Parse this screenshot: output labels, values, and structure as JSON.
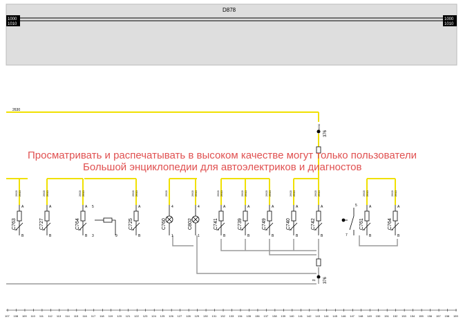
{
  "header": {
    "block_title": "D878",
    "left_tag": [
      "1000",
      "1010"
    ],
    "right_tag": [
      "1000",
      "1010"
    ]
  },
  "watermark": {
    "line1": "Просматривать и распечатывать в высоком качестве могут только пользователи",
    "line2": "Большой энциклопедии для автоэлектриков и диагностов"
  },
  "bus_label": "2630",
  "wire_colors": {
    "yellow": "#f0e000",
    "gray": "#9a9a9a",
    "black": "#000000"
  },
  "connector": {
    "top_wires": [
      "2630",
      "2630"
    ],
    "top_ref": "376",
    "bottom_ref": "376",
    "bottom_pin": "B1"
  },
  "components": [
    {
      "name": "C763",
      "wires": [
        "2603",
        "2610"
      ],
      "pin_top": "A",
      "pin_bottom": "B"
    },
    {
      "name": "C727",
      "wires": [
        "2603",
        "2610"
      ],
      "pin_top": "A",
      "pin_bottom": "B"
    },
    {
      "name": "C764",
      "wires": [
        "2603",
        "2610"
      ],
      "pin_top": "A",
      "pin_bottom": "B"
    },
    {
      "name": "C725",
      "wires": [
        "2603",
        "2610"
      ],
      "pin_top": "A",
      "pin_bottom": "B",
      "pin_left": "5",
      "pin_right": "3",
      "aux_pin": "9"
    },
    {
      "name": "C760",
      "wires": [
        "2603"
      ],
      "pin_top": "4",
      "pin_bottom": "1"
    },
    {
      "name": "C802",
      "wires": [
        "2603",
        "2610"
      ],
      "pin_top": "4",
      "pin_bottom": "1"
    },
    {
      "name": "C741",
      "wires": [
        "2603",
        "2610"
      ],
      "pin_top": "A",
      "pin_bottom": "B"
    },
    {
      "name": "C739",
      "wires": [
        "2603",
        "2610"
      ],
      "pin_top": "A",
      "pin_bottom": "B"
    },
    {
      "name": "C749",
      "wires": [
        "2603",
        "2610"
      ],
      "pin_top": "A",
      "pin_bottom": "B"
    },
    {
      "name": "C740",
      "wires": [
        "2603",
        "2610"
      ],
      "pin_top": "A",
      "pin_bottom": "B"
    },
    {
      "name": "C742",
      "wires": [
        "2603",
        "2610"
      ],
      "pin_top": "A",
      "pin_bottom": "B"
    },
    {
      "name": "C761",
      "wires": [
        "2603",
        "2610"
      ],
      "pin_top": "A",
      "pin_bottom": "B",
      "switch_top": "5",
      "switch_bottom": "7"
    },
    {
      "name": "C764",
      "wires": [
        "2603",
        "2610"
      ],
      "pin_top": "A",
      "pin_bottom": "B"
    }
  ],
  "ruler": [
    "107",
    "108",
    "109",
    "110",
    "111",
    "112",
    "113",
    "114",
    "115",
    "116",
    "117",
    "118",
    "119",
    "120",
    "121",
    "122",
    "123",
    "124",
    "125",
    "126",
    "127",
    "128",
    "129",
    "130",
    "131",
    "132",
    "133",
    "134",
    "135",
    "136",
    "137",
    "138",
    "139",
    "140",
    "141",
    "142",
    "143",
    "144",
    "145",
    "146",
    "147",
    "148",
    "149",
    "150",
    "151",
    "152",
    "153",
    "154",
    "155",
    "156",
    "157",
    "158",
    "159"
  ]
}
